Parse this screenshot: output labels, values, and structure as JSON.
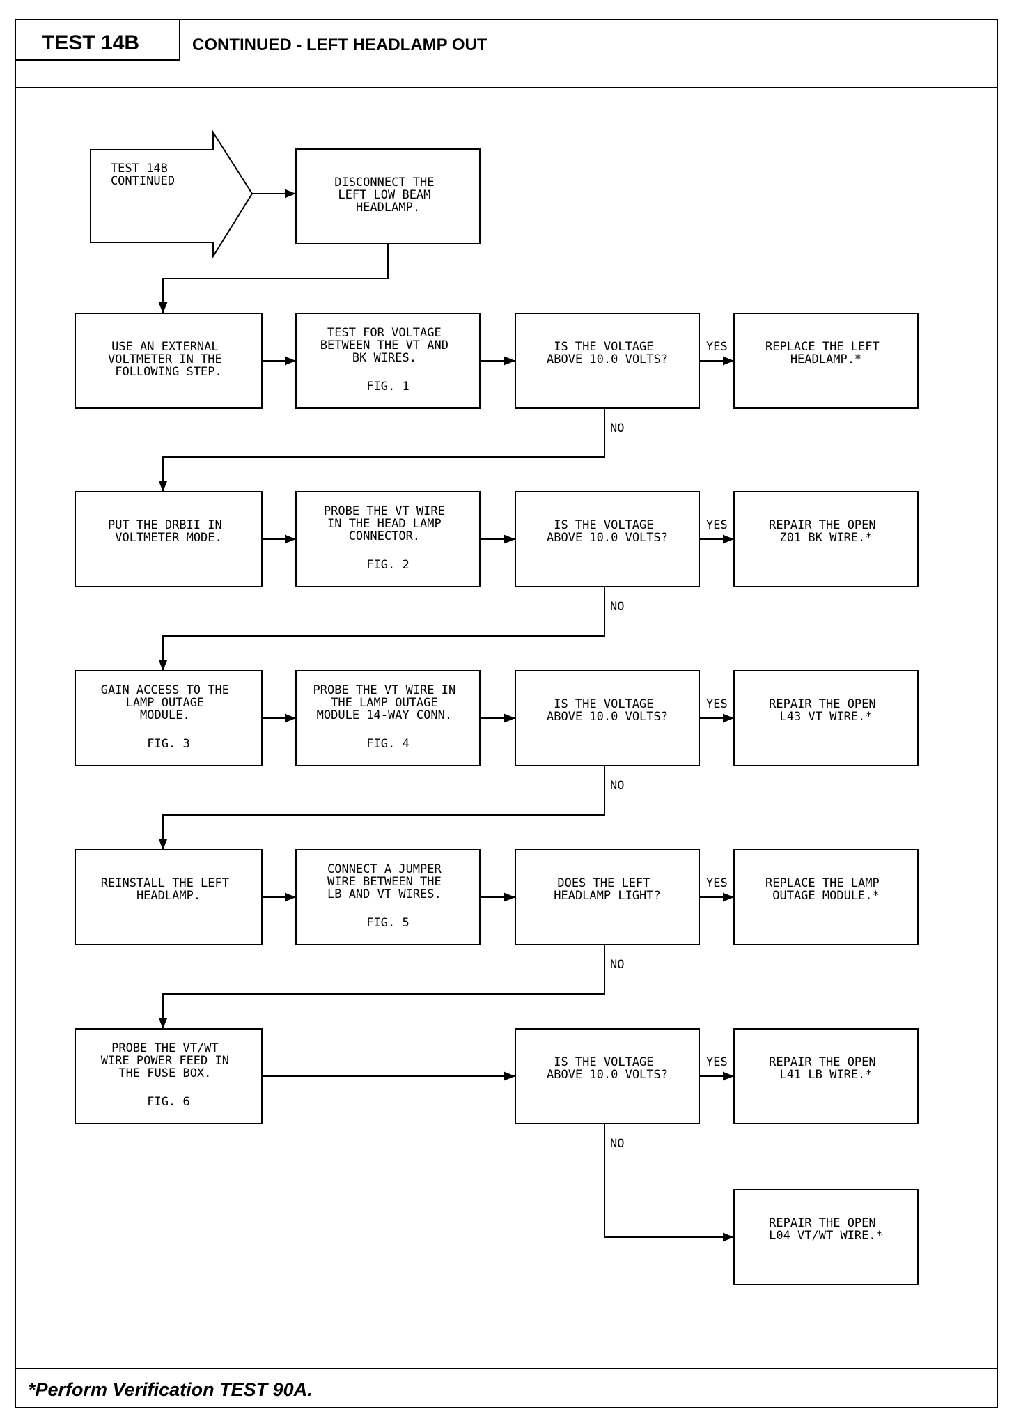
{
  "header": {
    "test_id": "TEST 14B",
    "title": "CONTINUED - LEFT HEADLAMP OUT"
  },
  "footer": {
    "note": "*Perform Verification TEST 90A."
  },
  "start": {
    "lines": [
      "TEST 14B",
      "CONTINUED"
    ]
  },
  "boxes": {
    "disconnect": [
      "DISCONNECT THE",
      "LEFT LOW BEAM",
      "HEADLAMP."
    ],
    "use_external": [
      "USE AN EXTERNAL",
      "VOLTMETER IN THE",
      "FOLLOWING STEP."
    ],
    "test_voltage": [
      "TEST FOR VOLTAGE",
      "BETWEEN THE VT AND",
      "BK WIRES.",
      "FIG. 1"
    ],
    "q1": [
      "IS THE VOLTAGE",
      "ABOVE 10.0 VOLTS?"
    ],
    "replace_headlamp": [
      "REPLACE THE LEFT",
      "HEADLAMP.*"
    ],
    "put_drbii": [
      "PUT THE DRBII IN",
      "VOLTMETER MODE."
    ],
    "probe_vt_head": [
      "PROBE THE VT WIRE",
      "IN THE HEAD LAMP",
      "CONNECTOR.",
      "FIG. 2"
    ],
    "q2": [
      "IS THE VOLTAGE",
      "ABOVE 10.0 VOLTS?"
    ],
    "repair_z01": [
      "REPAIR THE OPEN",
      "Z01 BK WIRE.*"
    ],
    "gain_access": [
      "GAIN ACCESS TO THE",
      "LAMP OUTAGE",
      "MODULE.",
      "FIG. 3"
    ],
    "probe_vt_module": [
      "PROBE THE VT WIRE IN",
      "THE LAMP OUTAGE",
      "MODULE 14-WAY CONN.",
      "FIG. 4"
    ],
    "q3": [
      "IS THE VOLTAGE",
      "ABOVE 10.0 VOLTS?"
    ],
    "repair_l43": [
      "REPAIR THE OPEN",
      "L43 VT WIRE.*"
    ],
    "reinstall": [
      "REINSTALL THE LEFT",
      "HEADLAMP."
    ],
    "connect_jumper": [
      "CONNECT A JUMPER",
      "WIRE BETWEEN THE",
      "LB AND VT WIRES.",
      "FIG. 5"
    ],
    "q4": [
      "DOES THE LEFT",
      "HEADLAMP LIGHT?"
    ],
    "replace_module": [
      "REPLACE THE LAMP",
      "OUTAGE MODULE.*"
    ],
    "probe_vtwt": [
      "PROBE THE VT/WT",
      "WIRE POWER FEED IN",
      "THE FUSE BOX.",
      "FIG. 6"
    ],
    "q5": [
      "IS THE VOLTAGE",
      "ABOVE 10.0 VOLTS?"
    ],
    "repair_l41": [
      "REPAIR THE OPEN",
      "L41 LB WIRE.*"
    ],
    "repair_l04": [
      "REPAIR THE OPEN",
      "L04 VT/WT WIRE.*"
    ]
  },
  "labels": {
    "yes": "YES",
    "no": "NO"
  }
}
